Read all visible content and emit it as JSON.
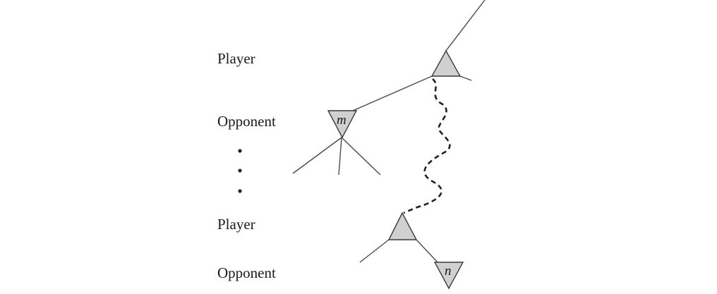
{
  "diagram": {
    "level_labels": {
      "player_top": "Player",
      "opponent_top": "Opponent",
      "player_bottom": "Player",
      "opponent_bottom": "Opponent"
    },
    "nodes": {
      "m": {
        "label": "m",
        "kind": "opponent-min"
      },
      "n": {
        "label": "n",
        "kind": "opponent-min"
      },
      "player_top": {
        "label": "",
        "kind": "player-max"
      },
      "player_bottom": {
        "label": "",
        "kind": "player-max"
      }
    },
    "path_style": "dashed-wavy",
    "ellipsis": "vertical-dots",
    "colors": {
      "node_fill": "#d0d0d0",
      "stroke": "#4a4a4a",
      "text": "#1a1a1a"
    }
  }
}
